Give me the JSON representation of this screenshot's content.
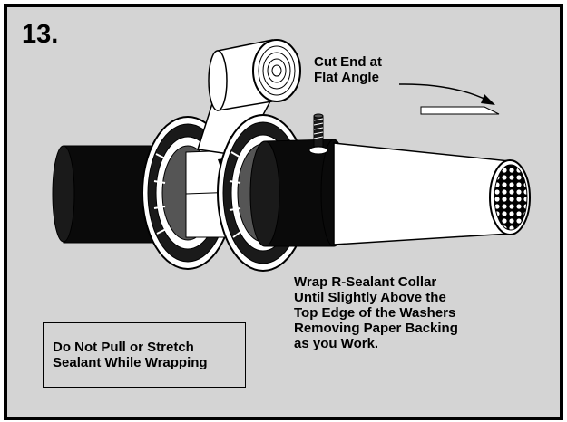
{
  "step": {
    "number": "13."
  },
  "callouts": {
    "cut_end": [
      "Cut End at",
      "Flat Angle"
    ],
    "wrap": [
      "Wrap R-Sealant Collar",
      "Until Slightly Above the",
      "Top Edge of the Washers",
      "Removing Paper Backing",
      "as you Work."
    ]
  },
  "warning": {
    "lines": [
      "Do Not Pull or Stretch",
      "Sealant While Wrapping"
    ]
  },
  "colors": {
    "background": "#d4d4d4",
    "border": "#000000",
    "pipe_black": "#0a0a0a",
    "pipe_white": "#ffffff"
  },
  "icons": [
    "sealant-roll-icon",
    "washer-icon",
    "threaded-stud-icon",
    "mesh-cap-icon",
    "curved-arrow-icon"
  ]
}
